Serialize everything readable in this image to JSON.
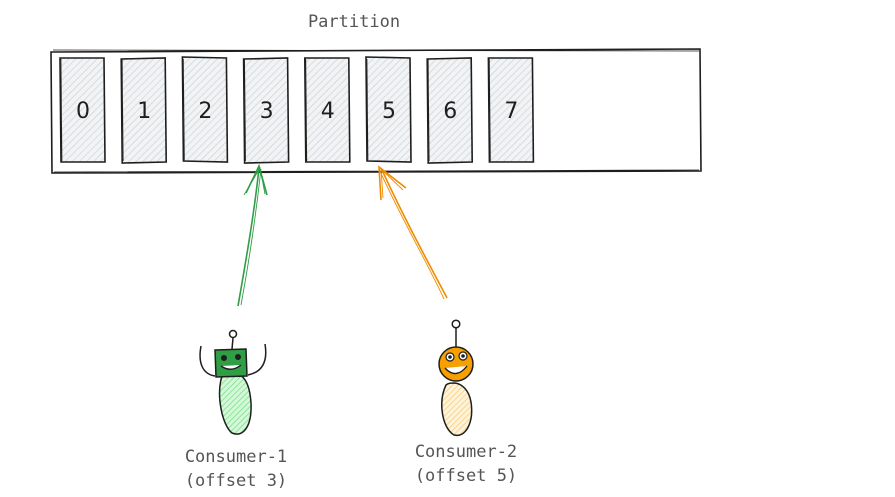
{
  "partition": {
    "title": "Partition",
    "slots": [
      "0",
      "1",
      "2",
      "3",
      "4",
      "5",
      "6",
      "7"
    ]
  },
  "consumers": [
    {
      "name": "Consumer-1",
      "offset_label": "(offset 3)",
      "offset": 3,
      "color": "#2f9e44",
      "fill": "#b2f2bb"
    },
    {
      "name": "Consumer-2",
      "offset_label": "(offset 5)",
      "offset": 5,
      "color": "#f08c00",
      "fill": "#ffd8a8"
    }
  ],
  "colors": {
    "stroke": "#1e1e1e",
    "slot_fill": "#e9ecef",
    "text_gray": "#555555"
  }
}
